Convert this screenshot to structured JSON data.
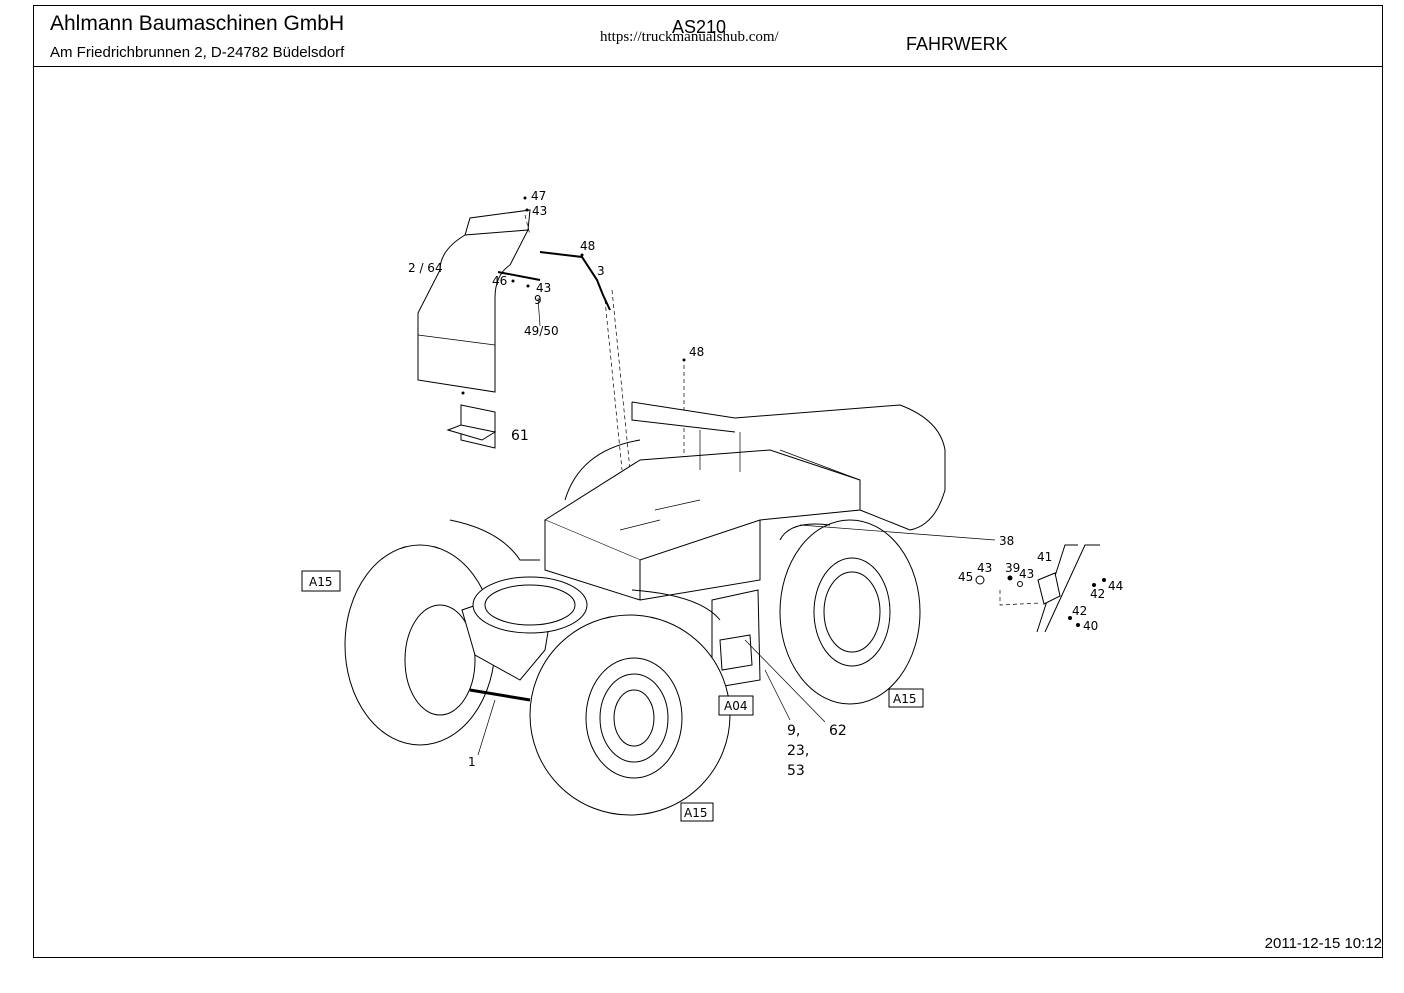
{
  "header": {
    "company": "Ahlmann Baumaschinen GmbH",
    "address": "Am Friedrichbrunnen 2,  D-24782 Büdelsdorf",
    "model": "AS210",
    "url": "https://truckmanualshub.com/",
    "section": "FAHRWERK"
  },
  "footer": {
    "timestamp": "2011-12-15 10:12"
  },
  "callouts": {
    "c47": "47",
    "c43_top": "43",
    "c48_top": "48",
    "c3": "3",
    "c2_64": "2 / 64",
    "c46": "46",
    "c43_mid": "43",
    "c9_mid": "9",
    "c49_50": "49/50",
    "c48_mid": "48",
    "c61": "61",
    "c38": "38",
    "c41": "41",
    "c45": "45",
    "c43_r1": "43",
    "c39": "39",
    "c43_r2": "43",
    "c44": "44",
    "c42_a": "42",
    "c42_b": "42",
    "c40": "40",
    "c1": "1",
    "c9_23_53_a": "9,",
    "c9_23_53_b": "23,",
    "c9_23_53_c": "53",
    "c62": "62"
  },
  "reference_boxes": {
    "a15_left": "A15",
    "a04": "A04",
    "a15_right": "A15",
    "a15_bottom": "A15"
  }
}
